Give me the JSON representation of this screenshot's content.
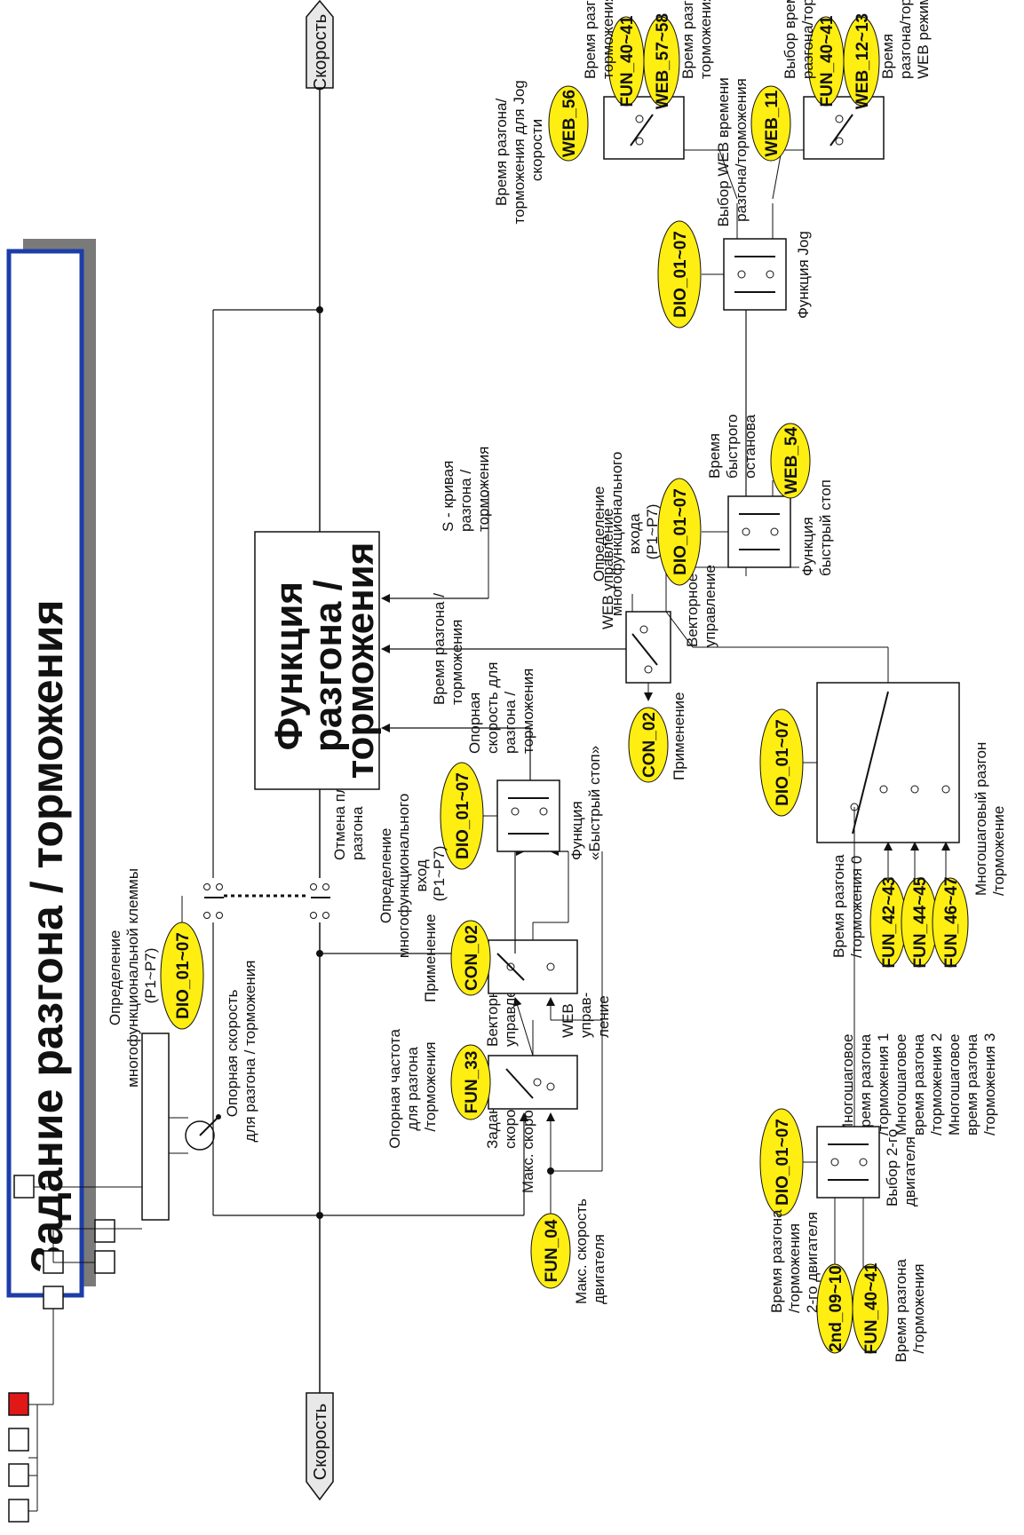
{
  "title": "Задание разгона / торможения",
  "colors": {
    "pill": "#ffee11",
    "title_border": "#1d3ea8",
    "title_shadow": "#7a7a7a",
    "nav_active": "#e01818",
    "line": "#111111"
  },
  "speed_left": "Скорость",
  "speed_right": "Скорость",
  "main_block": [
    "Функция",
    "разгона /",
    "торможения"
  ],
  "labels": {
    "ref_speed": [
      "Опорная скорость",
      "для разгона / торможения"
    ],
    "dio_top": [
      "Определение",
      "многофункциональной клеммы",
      "(P1~P7)"
    ],
    "soft_cancel": [
      "Отмена плавного",
      "разгона"
    ],
    "set_speed": [
      "Заданная",
      "скорость"
    ],
    "max_speed": "Макс. скорость",
    "fun04_desc": [
      "Макс. скорость",
      "двигателя"
    ],
    "fun33_desc": [
      "Опорная частота",
      "для разгона",
      "/торможения"
    ],
    "vector_ctrl_1": [
      "Векторное",
      "управление"
    ],
    "web_ctrl_1": [
      "WEB",
      "управ-",
      "ление"
    ],
    "application_1": "Применение",
    "dio_mf_input": [
      "Определение",
      "многофункционального",
      "вход",
      "(P1~P7)"
    ],
    "ref_speed_accel": [
      "Опорная",
      "скорость для",
      "разгона /",
      "торможения"
    ],
    "quick_stop_fn": [
      "Функция",
      "«Быстрый стоп»"
    ],
    "application_2": "Применение",
    "web_ctrl_2": "WEB управление",
    "vector_ctrl_2": [
      "Векторное",
      "управление"
    ],
    "accel_time": [
      "Время разгона /",
      "торможения"
    ],
    "s_curve": [
      "S - кривая",
      "разгона /",
      "торможения"
    ],
    "dio_mf_input2": [
      "Определение",
      "многофункционального",
      "входа",
      "(P1~P7)"
    ],
    "quick_stop2": [
      "Функция",
      "быстрый стоп"
    ],
    "quick_stop_time": [
      "Время",
      "быстрого",
      "останова"
    ],
    "jog_fn": "Функция Jog",
    "jog_time": [
      "Время разгона/",
      "торможения для Jog",
      "скорости"
    ],
    "fun40_top": [
      "Время разгона/",
      "торможения"
    ],
    "web57_desc": [
      "Время разгона/",
      "торможения Jog"
    ],
    "web_select": [
      "Выбор WEB времени",
      "разгона/торможения"
    ],
    "select_time": [
      "Выбор времени",
      "разгона/торможения"
    ],
    "web12_desc": [
      "Время",
      "разгона/торможения",
      "WEB режима"
    ],
    "multistep": [
      "Многошаговый разгон",
      "/торможение"
    ],
    "time0": [
      "Время разгона",
      "/торможения 0"
    ],
    "ms1": [
      "Многошаговое",
      "время разгона",
      "/торможения 1"
    ],
    "ms2": [
      "Многошаговое",
      "время разгона",
      "/торможения 2"
    ],
    "ms3": [
      "Многошаговое",
      "время разгона",
      "/торможения 3"
    ],
    "motor2_time": [
      "Время разгона",
      "/торможения",
      "2-го двигателя"
    ],
    "motor2_select": [
      "Выбор 2-го",
      "двигателя"
    ],
    "fun40_bottom": [
      "Время разгона",
      "/торможения"
    ]
  },
  "params": {
    "dio_top": "DIO_01~07",
    "fun04": "FUN_04",
    "fun33": "FUN_33",
    "con02_a": "CON_02",
    "dio_qs": "DIO_01~07",
    "con02_b": "CON_02",
    "dio_qs2": "DIO_01~07",
    "web54": "WEB_54",
    "dio_jog": "DIO_01~07",
    "web56": "WEB_56",
    "fun40_a": "FUN_40~41",
    "web57": "WEB_57~58",
    "web11": "WEB_11",
    "fun40_b": "FUN_40~41",
    "web12": "WEB_12~13",
    "dio_ms": "DIO_01~07",
    "fun42": "FUN_42~43",
    "fun44": "FUN_44~45",
    "fun46": "FUN_46~47",
    "dio_m2": "DIO_01~07",
    "nd2": "2nd_09~10",
    "fun40_c": "FUN_40~41"
  }
}
